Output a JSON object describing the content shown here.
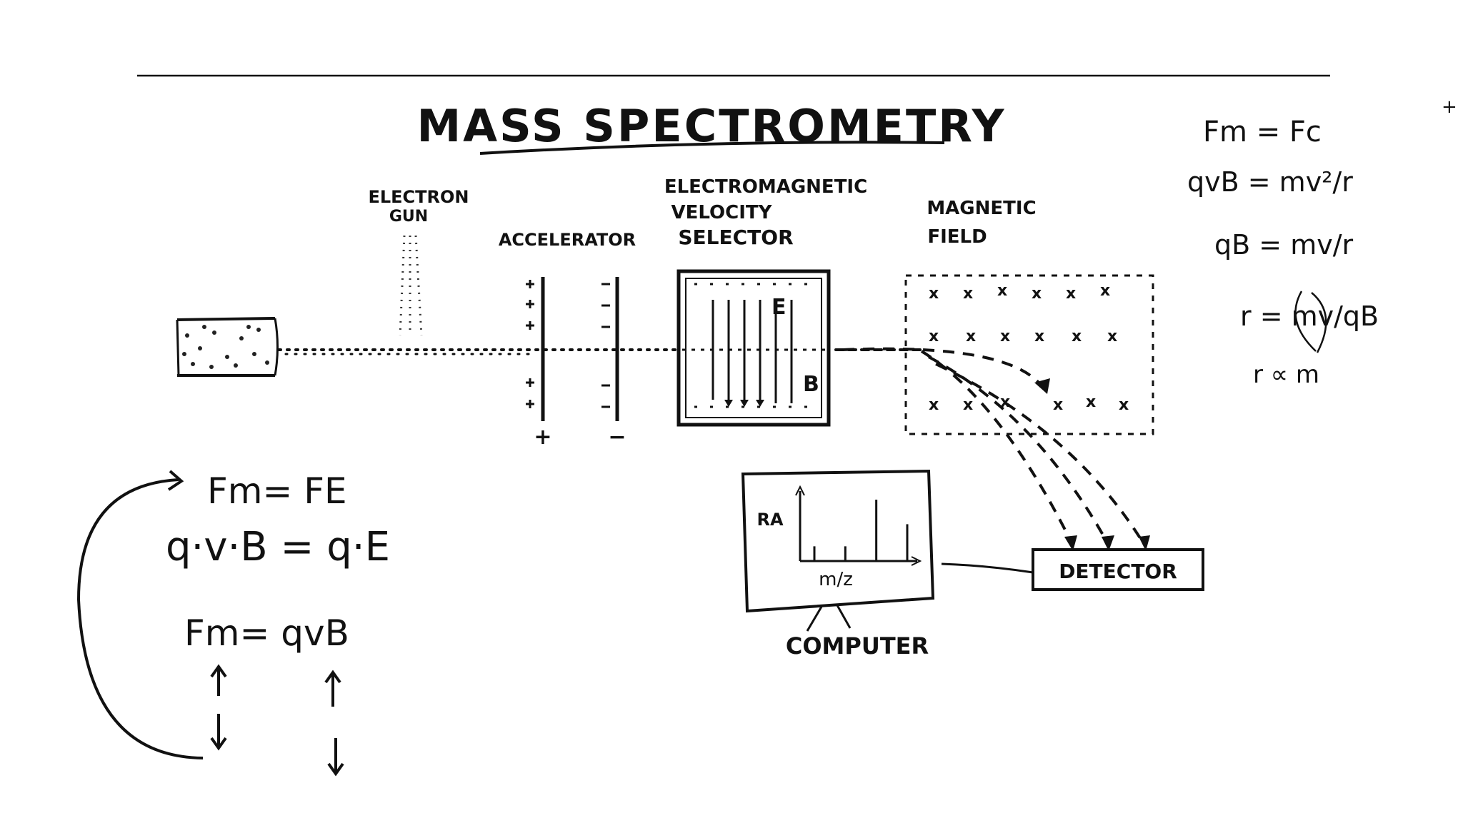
{
  "title": "MASS SPECTROMETRY",
  "labels": {
    "electron_gun": [
      "ELECTRON",
      "GUN"
    ],
    "accelerator": "ACCELERATOR",
    "velocity_selector": [
      "ELECTROMAGNETIC",
      "VELOCITY",
      "SELECTOR"
    ],
    "magnetic_field": [
      "MAGNETIC",
      "FIELD"
    ],
    "detector": "DETECTOR",
    "computer": "COMPUTER",
    "plus": "+",
    "minus": "−"
  },
  "graph": {
    "y_axis": "RA",
    "x_axis": "m/z",
    "peaks": [
      0.12,
      0.12,
      0.5,
      0.3
    ]
  },
  "equations_left": [
    "Fm= FE",
    "q·v·B = q·E",
    "Fm= qvB"
  ],
  "equations_right": [
    "Fm = Fc",
    "qvB = mv²/r",
    "qB = mv/r",
    "r = mv/qB",
    "r ∝ m"
  ],
  "colors": {
    "ink": "#111111",
    "background": "#ffffff"
  }
}
